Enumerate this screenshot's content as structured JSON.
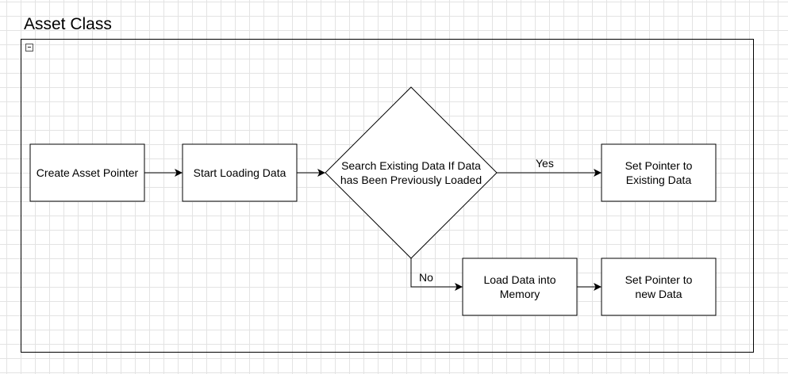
{
  "group": {
    "title": "Asset Class"
  },
  "nodes": {
    "create_pointer": "Create Asset Pointer",
    "start_loading": "Start Loading Data",
    "search_existing": "Search Existing Data If Data has Been Previously Loaded",
    "set_existing": "Set Pointer to Existing Data",
    "load_memory": "Load Data into Memory",
    "set_new": "Set Pointer to new Data"
  },
  "edges": {
    "yes": "Yes",
    "no": "No"
  },
  "colors": {
    "stroke": "#000000",
    "node_fill": "#ffffff",
    "grid": "#e3e3e3"
  }
}
